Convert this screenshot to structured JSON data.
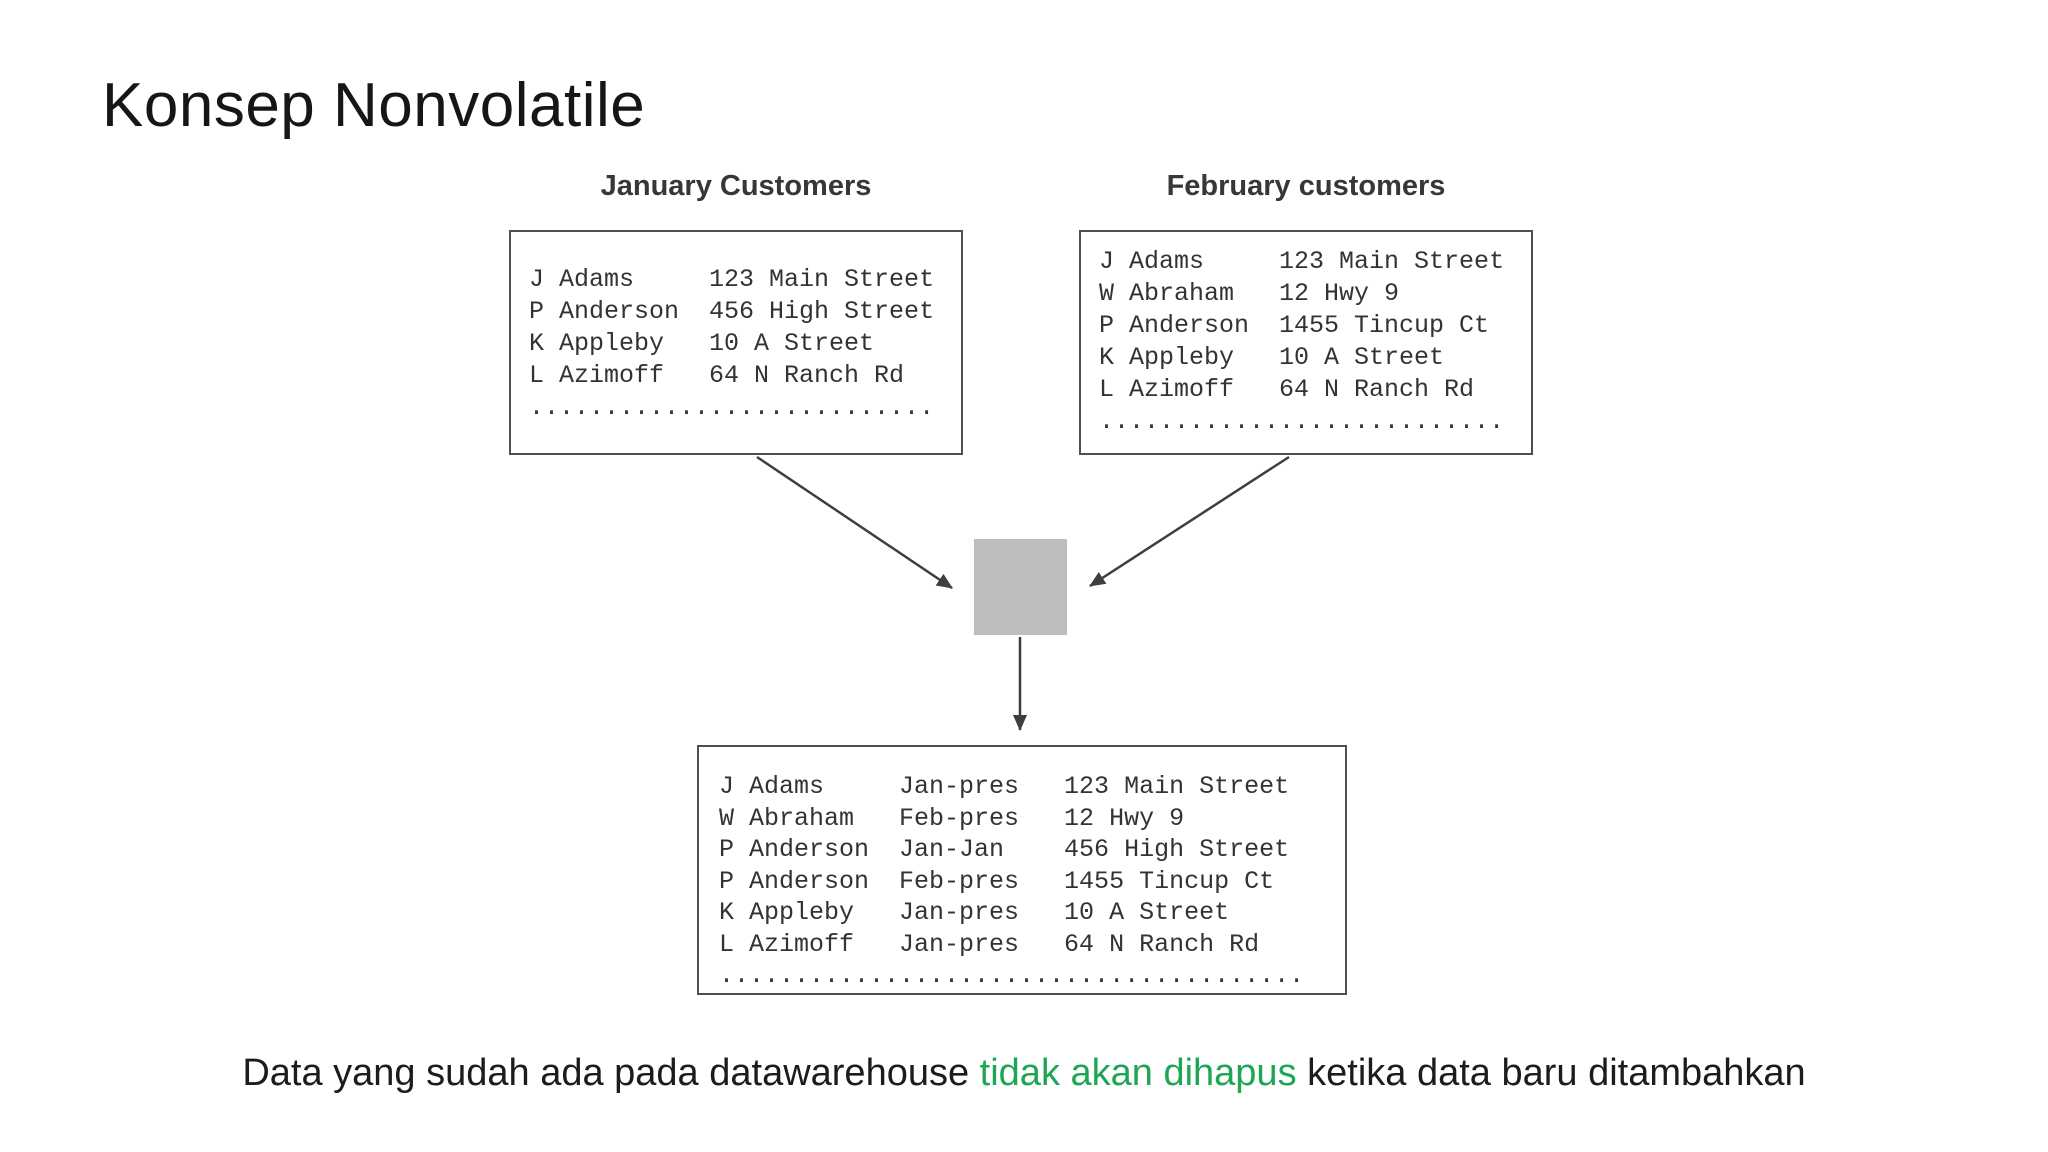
{
  "title": "Konsep Nonvolatile",
  "diagram": {
    "january": {
      "label": "January Customers",
      "lines": [
        "J Adams     123 Main Street",
        "P Anderson  456 High Street",
        "K Appleby   10 A Street",
        "L Azimoff   64 N Ranch Rd",
        "..........................."
      ]
    },
    "february": {
      "label": "February customers",
      "lines": [
        "J Adams     123 Main Street",
        "W Abraham   12 Hwy 9",
        "P Anderson  1455 Tincup Ct",
        "K Appleby   10 A Street",
        "L Azimoff   64 N Ranch Rd",
        "..........................."
      ]
    },
    "warehouse": {
      "lines": [
        "J Adams     Jan-pres   123 Main Street",
        "W Abraham   Feb-pres   12 Hwy 9",
        "P Anderson  Jan-Jan    456 High Street",
        "P Anderson  Feb-pres   1455 Tincup Ct",
        "K Appleby   Jan-pres   10 A Street",
        "L Azimoff   Jan-pres   64 N Ranch Rd",
        "......................................."
      ]
    },
    "colors": {
      "box_border": "#4f4f4f",
      "square_fill": "#bcbec0",
      "arrow": "#3f3f3f",
      "mono_text": "#333333"
    }
  },
  "caption": {
    "before": "Data yang sudah ada pada datawarehouse ",
    "highlight": "tidak akan dihapus",
    "after": " ketika data baru ditambahkan",
    "highlight_color": "#1fa654"
  }
}
